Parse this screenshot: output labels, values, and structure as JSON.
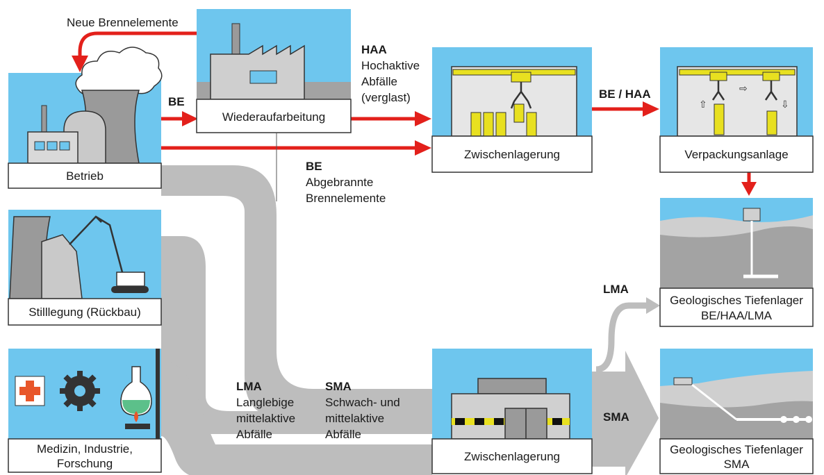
{
  "boxes": {
    "betrieb": "Betrieb",
    "wiederaufarbeitung": "Wiederaufarbeitung",
    "zwischenlagerung_top": "Zwischenlagerung",
    "verpackungsanlage": "Verpackungsanlage",
    "stilllegung": "Stilllegung (Rückbau)",
    "medizin_line1": "Medizin, Industrie,",
    "medizin_line2": "Forschung",
    "zwischenlagerung_bottom": "Zwischenlagerung",
    "tiefenlager_beh_line1": "Geologisches Tiefenlager",
    "tiefenlager_beh_line2": "BE/HAA/LMA",
    "tiefenlager_sma_line1": "Geologisches Tiefenlager",
    "tiefenlager_sma_line2": "SMA"
  },
  "labels": {
    "neue_brennelemente": "Neue Brennelemente",
    "be_short": "BE",
    "haa_title": "HAA",
    "haa_line1": "Hochaktive",
    "haa_line2": "Abfälle",
    "haa_line3": "(verglast)",
    "be_haa": "BE / HAA",
    "be_title": "BE",
    "be_line1": "Abgebrannte",
    "be_line2": "Brennelemente",
    "lma_title": "LMA",
    "lma_line1": "Langlebige",
    "lma_line2": "mittelaktive",
    "lma_line3": "Abfälle",
    "sma_title": "SMA",
    "sma_line1": "Schwach- und",
    "sma_line2": "mittelaktive",
    "sma_line3": "Abfälle",
    "sma_arrow": "SMA",
    "lma_arrow": "LMA"
  },
  "colors": {
    "sky": "#6ec6ee",
    "flow_gray": "#bdbdbd",
    "arrow_red": "#e3201b",
    "ground": "#a3a3a3",
    "fuel_yellow": "#e8e020"
  },
  "icons": [
    "cooling-tower-icon",
    "factory-icon",
    "crane-icon",
    "excavator-icon",
    "medical-cross-icon",
    "gear-icon",
    "flask-icon",
    "repository-icon"
  ]
}
